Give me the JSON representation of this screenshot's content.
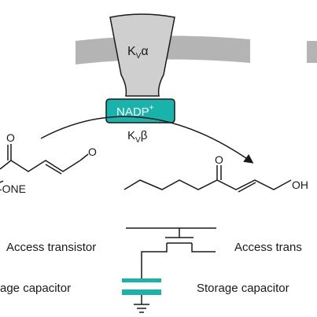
{
  "channel": {
    "alpha_base": "K",
    "alpha_sub": "V",
    "alpha_greek": "α",
    "cofactor": "NADP",
    "cofactor_charge": "+",
    "beta_base": "K",
    "beta_sub": "V",
    "beta_greek": "β"
  },
  "molecules": {
    "left_label": "-ONE",
    "left_oxygen_top": "O",
    "left_oxygen_right": "O",
    "right_oxygen_top": "O",
    "right_hydroxyl": "OH"
  },
  "circuit": {
    "left_transistor_label": "Access transistor",
    "right_transistor_label": "Access trans",
    "left_capacitor_label": "age capacitor",
    "right_capacitor_label": "Storage capacitor"
  },
  "colors": {
    "membrane": "#b4b4b4",
    "alpha_fill": "#cfcfcf",
    "cofactor_fill": "#19b3ac",
    "capacitor_fill": "#19b3ac",
    "ink": "#1a1a1a"
  }
}
